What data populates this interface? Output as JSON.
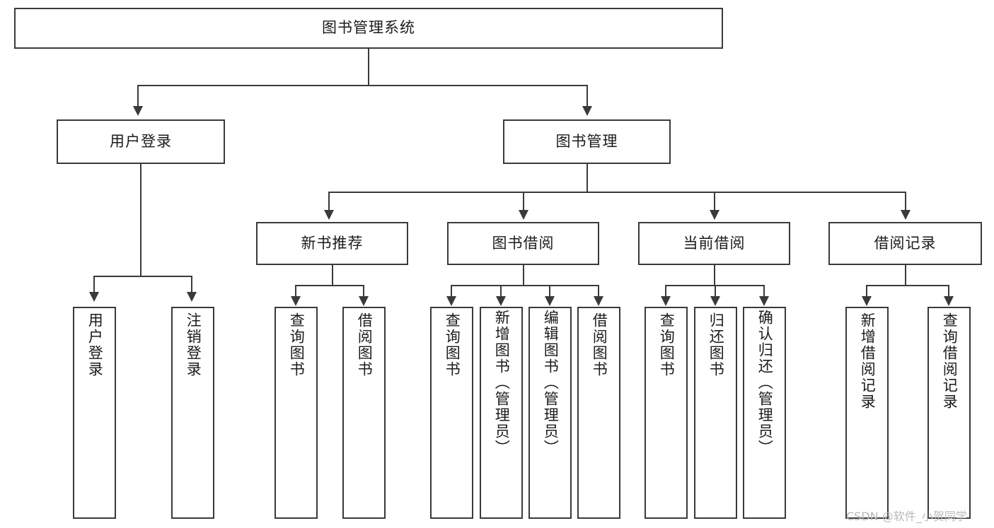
{
  "diagram": {
    "type": "tree",
    "title": "图书管理系统",
    "root": {
      "label": "图书管理系统"
    },
    "level2": [
      {
        "label": "用户登录"
      },
      {
        "label": "图书管理"
      }
    ],
    "level3": [
      {
        "label": "新书推荐"
      },
      {
        "label": "图书借阅"
      },
      {
        "label": "当前借阅"
      },
      {
        "label": "借阅记录"
      }
    ],
    "leaves": {
      "user_login": [
        {
          "label": "用户登录"
        },
        {
          "label": "注销登录"
        }
      ],
      "new_book_recommend": [
        {
          "label": "查询图书"
        },
        {
          "label": "借阅图书"
        }
      ],
      "book_borrow": [
        {
          "label": "查询图书"
        },
        {
          "label": "新增图书（管理员）"
        },
        {
          "label": "编辑图书（管理员）"
        },
        {
          "label": "借阅图书"
        }
      ],
      "current_borrow": [
        {
          "label": "查询图书"
        },
        {
          "label": "归还图书"
        },
        {
          "label": "确认归还（管理员）"
        }
      ],
      "borrow_records": [
        {
          "label": "新增借阅记录"
        },
        {
          "label": "查询借阅记录"
        }
      ]
    }
  },
  "watermark": {
    "text": "CSDN @软件_小贺同学"
  },
  "colors": {
    "stroke": "#3a3a3a",
    "text": "#1b1b1b",
    "background": "#ffffff",
    "watermark": "#b9b9b9"
  }
}
